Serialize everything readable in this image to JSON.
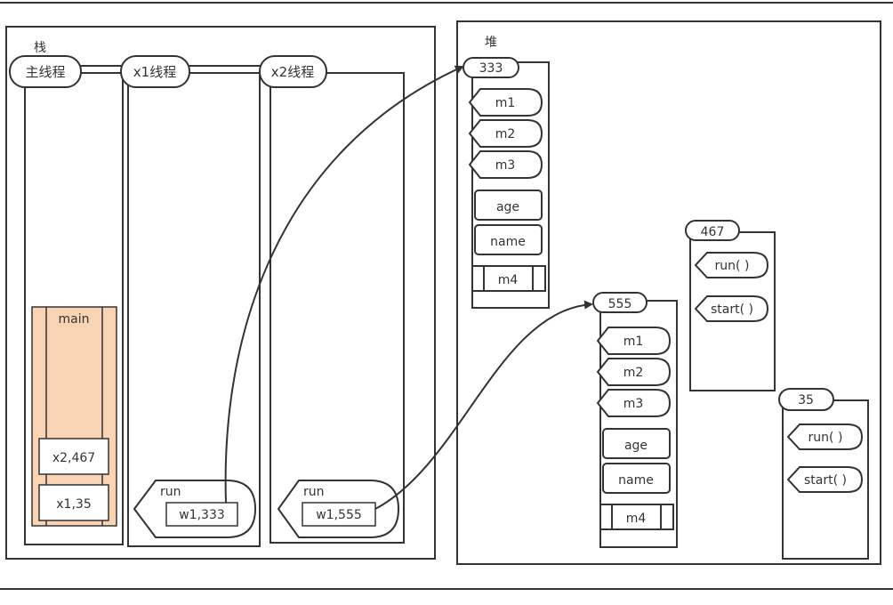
{
  "stack": {
    "title": "栈",
    "threads": [
      {
        "label": "主线程"
      },
      {
        "label": "x1线程"
      },
      {
        "label": "x2线程"
      }
    ],
    "main_frame": {
      "label": "main",
      "vars": [
        "x2,467",
        "x1,35"
      ]
    },
    "x1_frame": {
      "label": "run",
      "var": "w1,333"
    },
    "x2_frame": {
      "label": "run",
      "var": "w1,555"
    }
  },
  "heap": {
    "title": "堆",
    "obj333": {
      "id": "333",
      "methods": [
        "m1",
        "m2",
        "m3"
      ],
      "fields": [
        "age",
        "name"
      ],
      "static": "m4"
    },
    "obj555": {
      "id": "555",
      "methods": [
        "m1",
        "m2",
        "m3"
      ],
      "fields": [
        "age",
        "name"
      ],
      "static": "m4"
    },
    "obj467": {
      "id": "467",
      "methods": [
        "run( )",
        "start( )"
      ]
    },
    "obj35": {
      "id": "35",
      "methods": [
        "run( )",
        "start( )"
      ]
    }
  },
  "colors": {
    "frame_fill": "#f8d3b4",
    "line": "#333333"
  }
}
